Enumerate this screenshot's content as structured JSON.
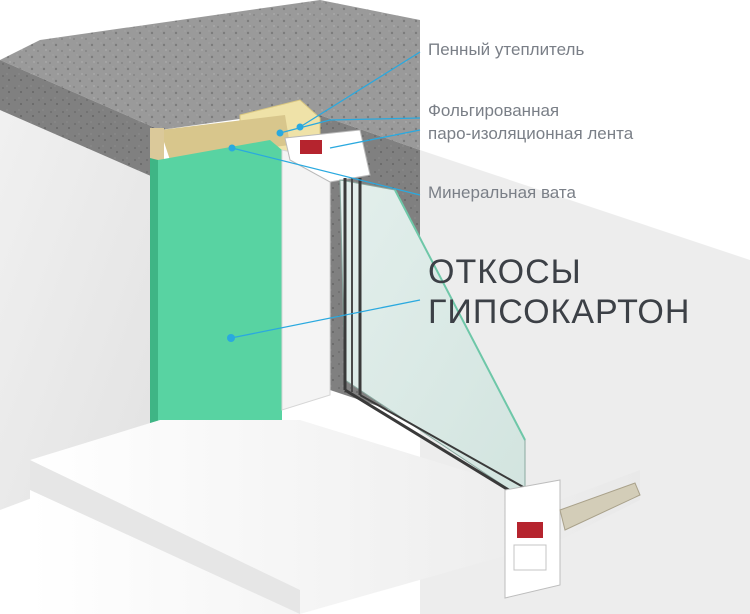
{
  "labels": {
    "foam": "Пенный утеплитель",
    "tape_line1": "Фольгированная",
    "tape_line2": "паро-изоляционная лента",
    "wool": "Минеральная вата",
    "title_line1": "ОТКОСЫ",
    "title_line2": "ГИПСОКАРТОН"
  },
  "colors": {
    "accent": "#2aa9df",
    "drywall": "#58d3a2",
    "label_text": "#7a7f87",
    "title_text": "#3c4046"
  }
}
